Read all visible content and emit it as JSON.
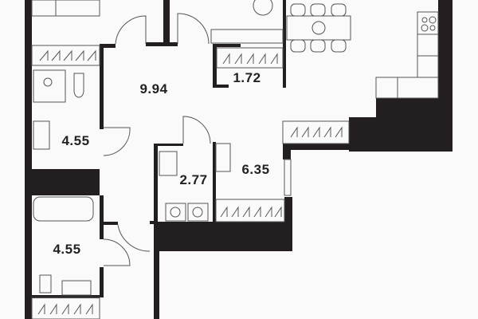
{
  "plan": {
    "colors": {
      "wall": "#231f20",
      "floor": "#fafafa",
      "line": "#555555"
    },
    "rooms": [
      {
        "id": "hall",
        "area": "9.94"
      },
      {
        "id": "closet",
        "area": "1.72"
      },
      {
        "id": "bath-upper",
        "area": "4.55"
      },
      {
        "id": "laundry",
        "area": "2.77"
      },
      {
        "id": "room",
        "area": "6.35"
      },
      {
        "id": "bath-lower",
        "area": "4.55"
      }
    ]
  }
}
